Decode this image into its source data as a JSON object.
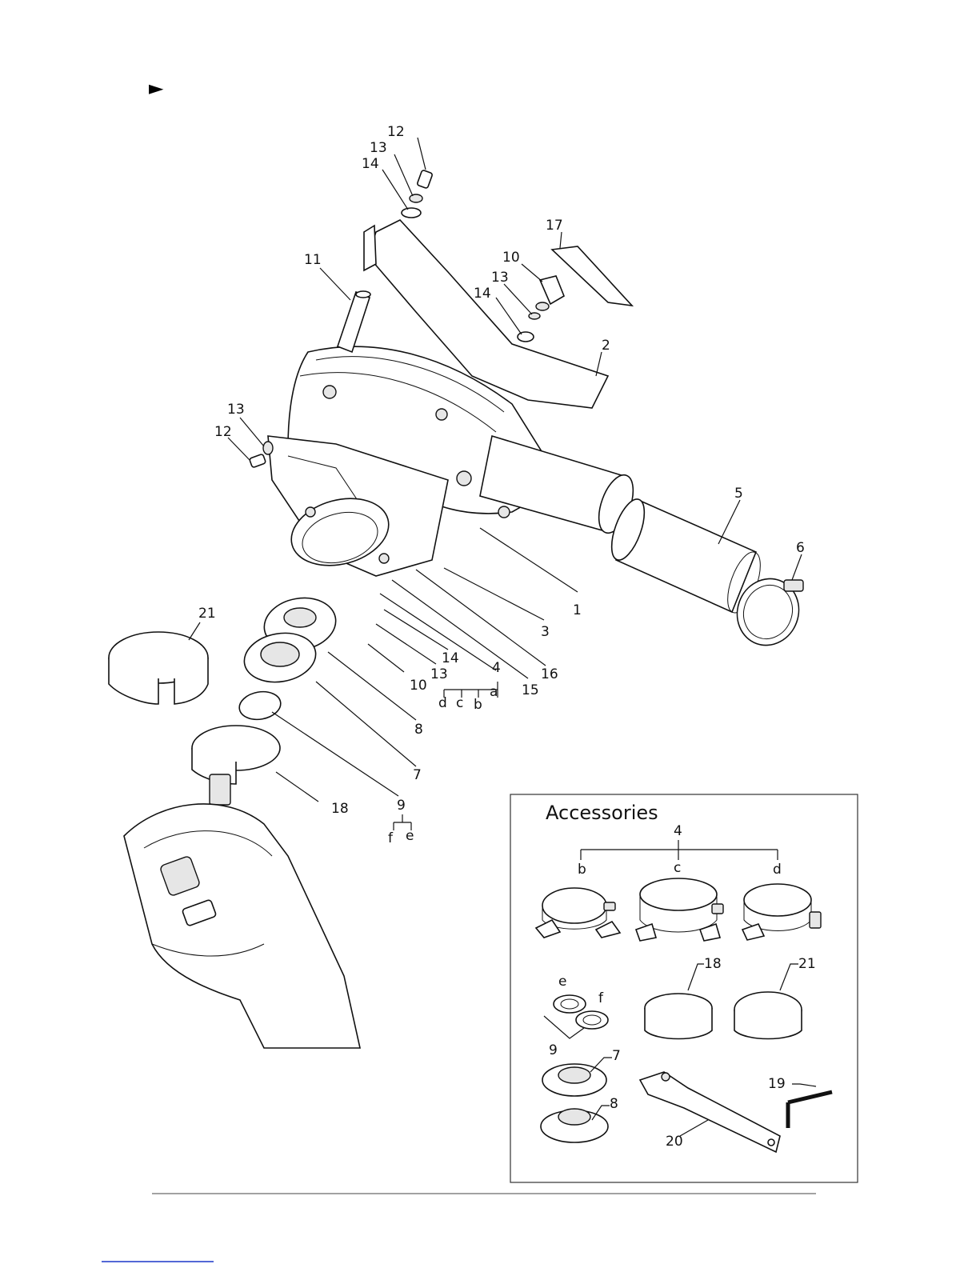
{
  "page": {
    "bullet": "►"
  },
  "labels": {
    "n1": "1",
    "n2": "2",
    "n3": "3",
    "n4": "4",
    "n5": "5",
    "n6": "6",
    "n7": "7",
    "n8": "8",
    "n9": "9",
    "n10a": "10",
    "n10b": "10",
    "n11": "11",
    "n12a": "12",
    "n12b": "12",
    "n13a": "13",
    "n13b": "13",
    "n13c": "13",
    "n13d": "13",
    "n14a": "14",
    "n14b": "14",
    "n14c": "14",
    "n15": "15",
    "n16": "16",
    "n17": "17",
    "n18": "18",
    "n21": "21",
    "sub_a": "a",
    "sub_b": "b",
    "sub_c": "c",
    "sub_d": "d",
    "sub_e": "e",
    "sub_f": "f"
  },
  "accessories": {
    "title": "Accessories",
    "n4": "4",
    "b": "b",
    "c": "c",
    "d": "d",
    "e": "e",
    "f": "f",
    "n9": "9",
    "n18": "18",
    "n21": "21",
    "n7": "7",
    "n8": "8",
    "n19": "19",
    "n20": "20"
  }
}
